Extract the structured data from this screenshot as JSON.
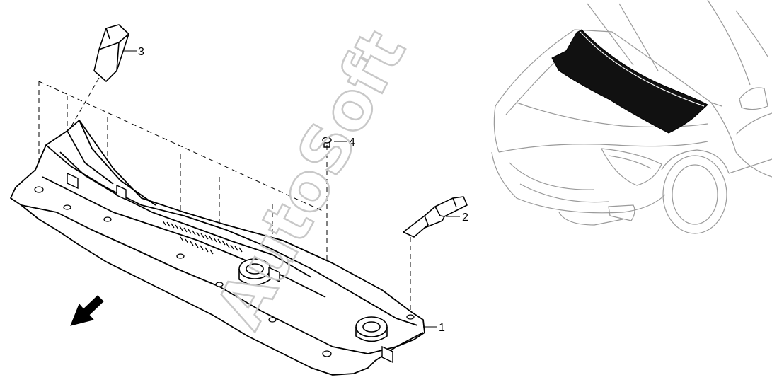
{
  "callouts": {
    "p1": "1",
    "p2": "2",
    "p3": "3",
    "p4": "4"
  },
  "watermark": "AutoSoft",
  "colors": {
    "line": "#000000",
    "watermark": "#c8c8c8",
    "car_line": "#a0a0a0",
    "cover_fill": "#111111"
  }
}
